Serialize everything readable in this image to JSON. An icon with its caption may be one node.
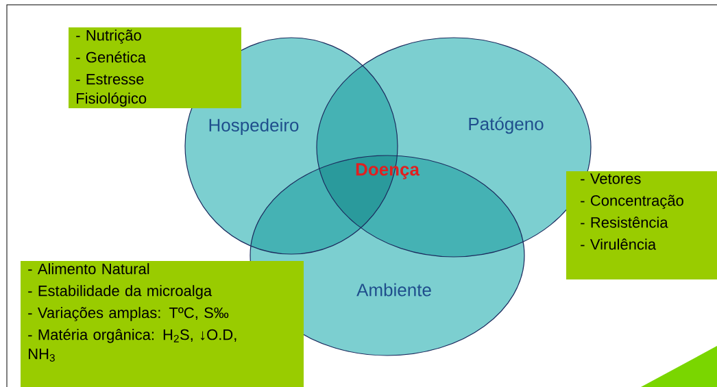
{
  "diagram": {
    "nodes": [
      {
        "text": [
          "Hospedeiro"
        ]
      },
      {
        "text": [
          "Patógeno"
        ]
      },
      {
        "text": [
          "Ambiente"
        ]
      },
      {
        "text": [
          "- Nutrição",
          "- Genética",
          "- Estresse Fisiológico"
        ]
      },
      {
        "text": [
          "- Vetores",
          "- Concentração",
          "- Resistência",
          "- Virulência"
        ]
      },
      {
        "text": [
          "- Alimento Natural",
          "- Estabilidade da microalga",
          "- Variações amplas: TºC, S‰",
          "- Matéria orgânica: H$_{2}$S, ↓O.D, NH$_{3}$"
        ]
      }
    ],
    "labels": [
      "Doença"
    ]
  }
}
